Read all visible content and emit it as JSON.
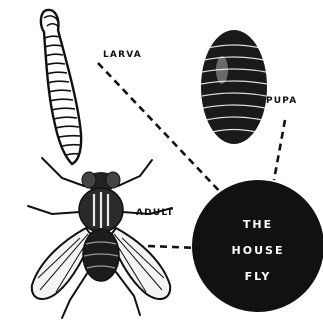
{
  "labels": {
    "larva": "LARVA",
    "pupa": "PUPA",
    "adult": "ADULT"
  },
  "title": {
    "line1": "THE",
    "line2": "HOUSE",
    "line3": "FLY"
  },
  "colors": {
    "ink": "#111111",
    "paper": "#ffffff"
  }
}
